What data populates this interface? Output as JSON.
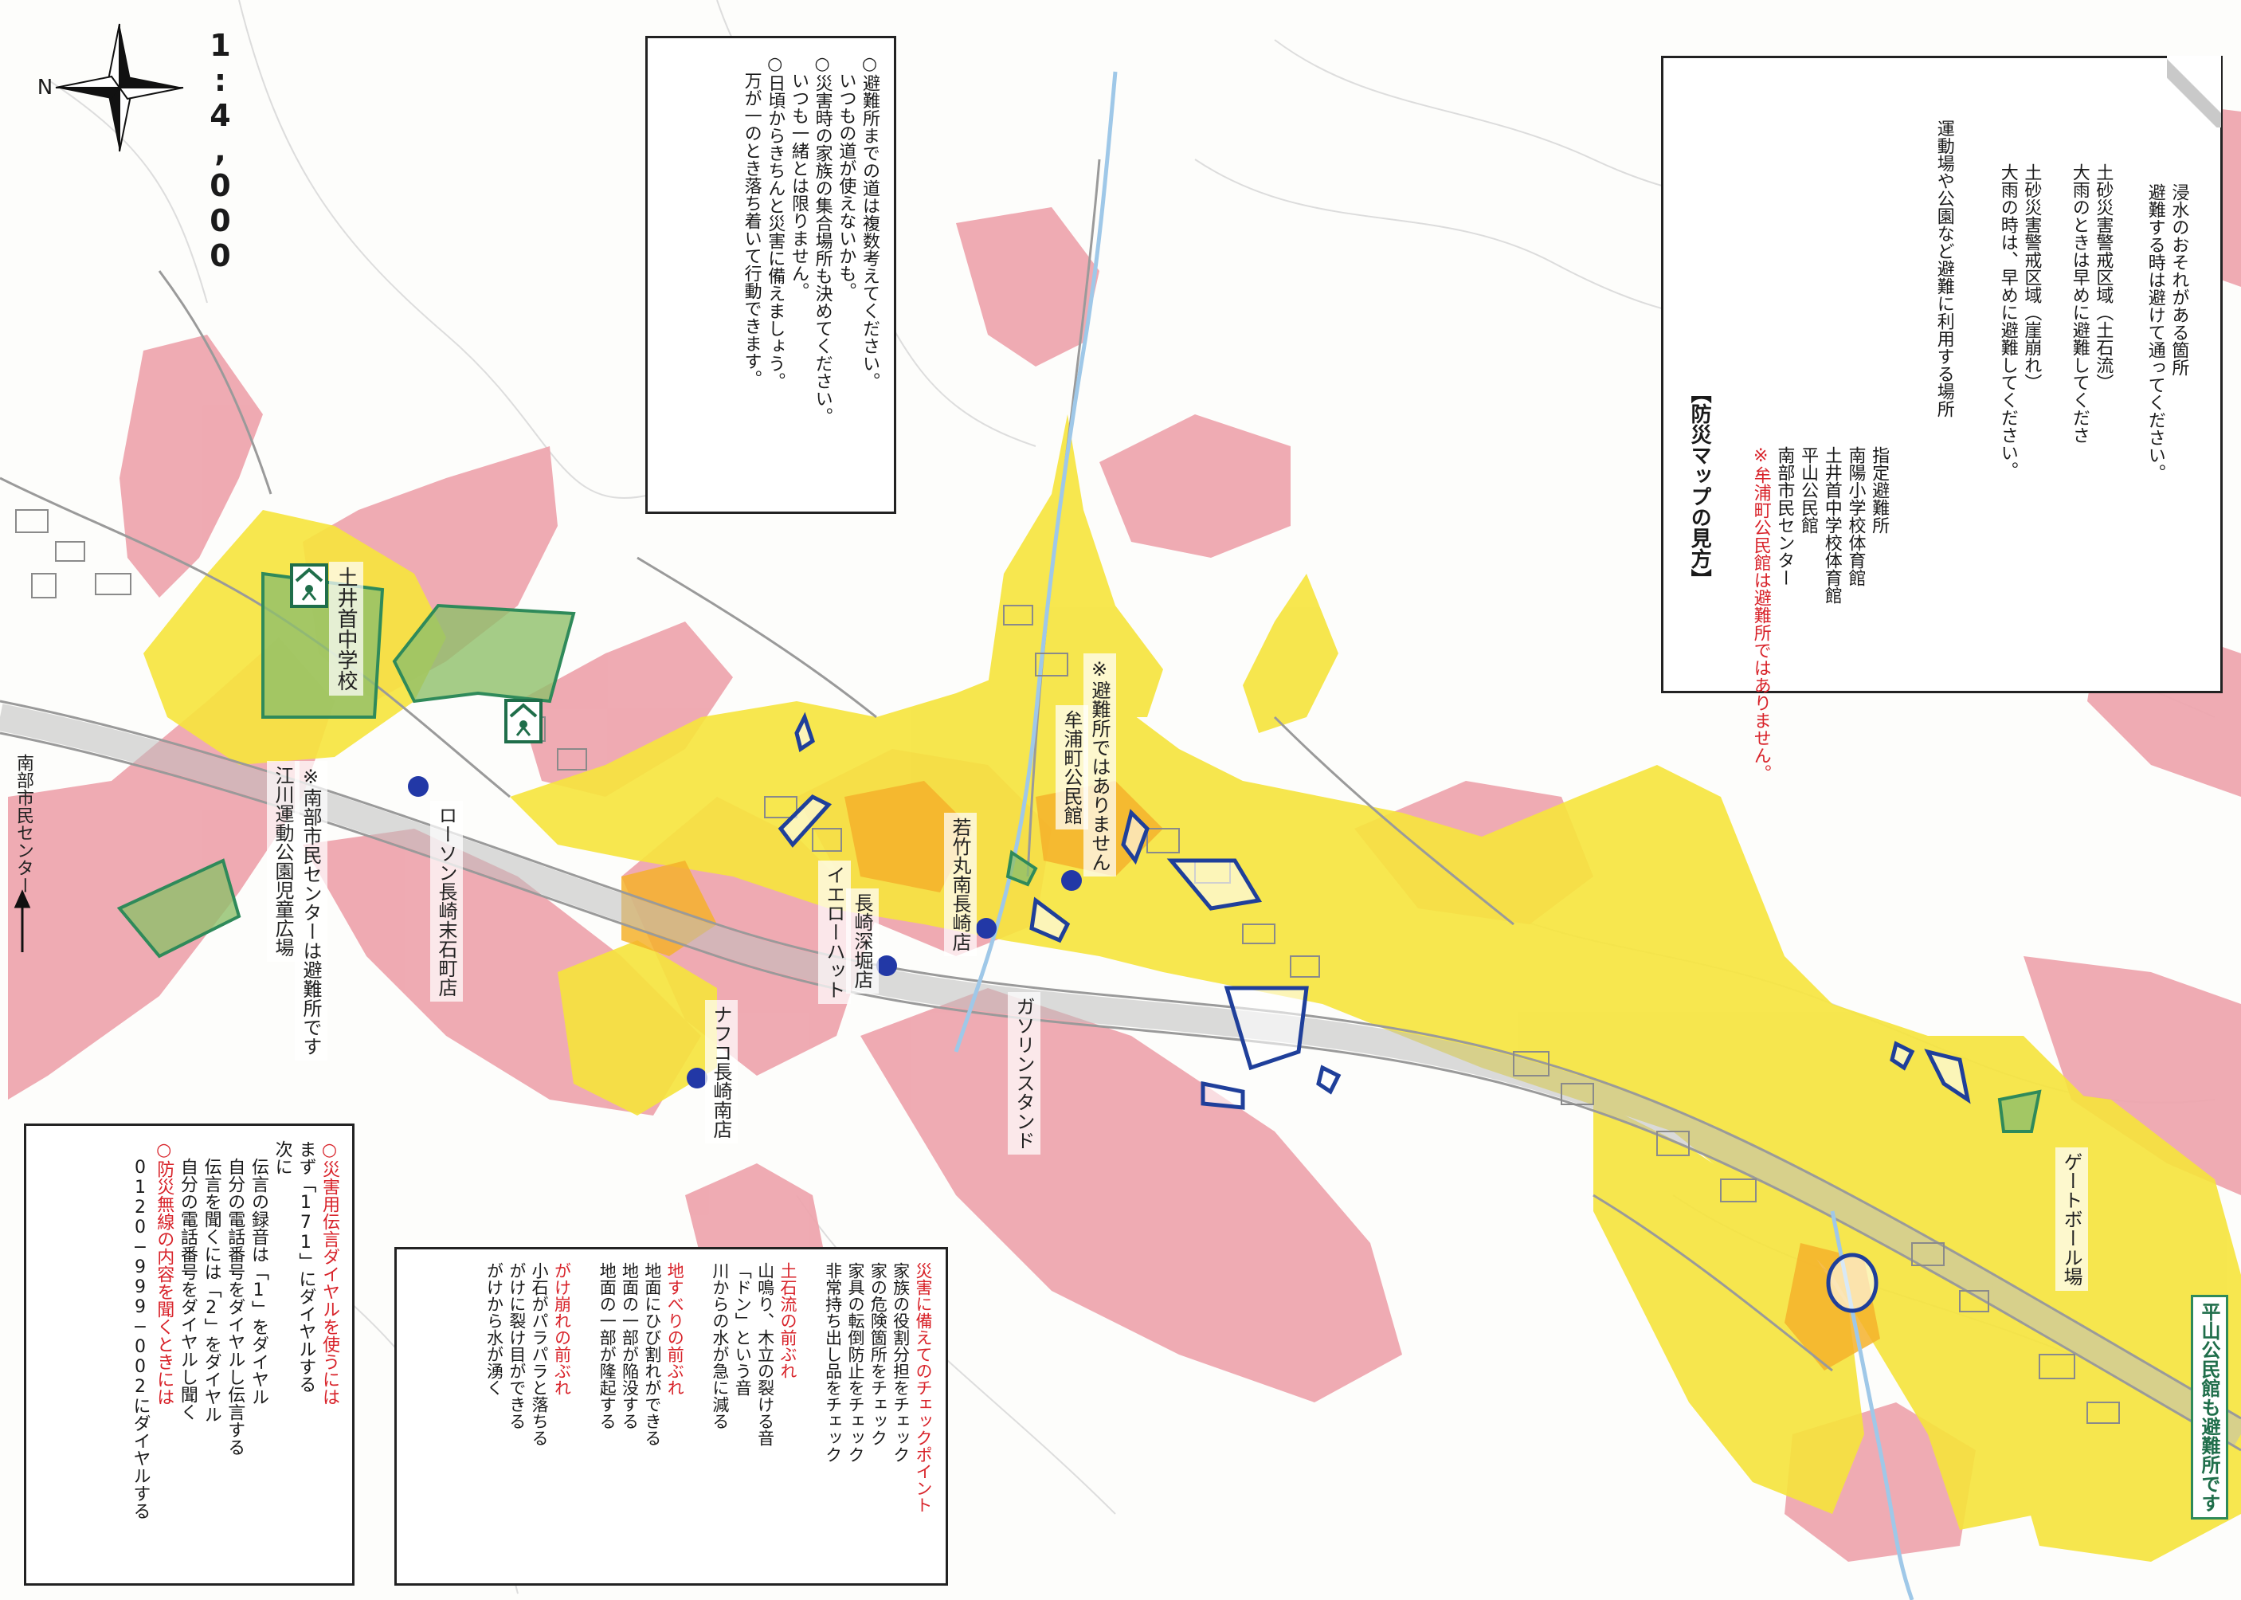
{
  "map": {
    "scale": "1:4,000",
    "north": "N",
    "colors": {
      "landslide_area": "#e8a0a8",
      "landslide_pink": "#f2b6bc",
      "debris_flow_area": "#f5e33c",
      "debris_flow_orange": "#f4b02a",
      "park": "#8fc588",
      "park_border": "#2f8a5a",
      "flood_border": "#1f3f9a",
      "shelter_green": "#1f6e4a",
      "point_blue": "#2238a6"
    }
  },
  "places": {
    "nanbu_center_arrow": "南部市民センター",
    "doi_school": "土井首中学校",
    "egawa_park": "江川運動公園児童広場",
    "egawa_note": "※南部市民センターは避難所です",
    "lawson": "ローソン長崎末石町店",
    "nafco": "ナフコ長崎南店",
    "yellowhat_1": "イエローハット",
    "yellowhat_2": "長崎深堀店",
    "wakatake": "若竹丸南長崎店",
    "gas": "ガソリンスタンド",
    "muro_hall": "牟浦町公民館",
    "muro_note": "※避難所ではありません",
    "gateball": "ゲートボール場",
    "hirayama_note": "平山公民館も避難所です"
  },
  "tips_panel": {
    "lines": [
      "○避難所までの道は複数考えてください。",
      "　いつもの道が使えないかも。",
      "○災害時の家族の集合場所も決めてください。",
      "　いつも一緒とは限りません。",
      "○日頃からきちんと災害に備えましょう。",
      "　万が一のとき落ち着いて行動できます。"
    ]
  },
  "dial_panel": {
    "title1": "○災害用伝言ダイヤルを使うには",
    "lines1": [
      "まず「171」にダイヤルする",
      "次に",
      "　伝言の録音は「1」をダイヤル",
      "　自分の電話番号をダイヤルし伝言する",
      "",
      "　伝言を聞くには「2」をダイヤル",
      "　自分の電話番号をダイヤルし聞く"
    ],
    "title2": "○防災無線の内容を聞くときには",
    "lines2": [
      "　0120−999−002にダイヤルする"
    ]
  },
  "check_panel": {
    "title1": "災害に備えてのチェックポイント",
    "lines1": [
      "家族の役割分担をチェック",
      "家の危険箇所をチェック",
      "家具の転倒防止をチェック",
      "非常持ち出し品をチェック"
    ],
    "title2": "土石流の前ぶれ",
    "lines2": [
      "山鳴り、木立の裂ける音",
      "「ドン」という音",
      "川からの水が急に減る"
    ],
    "title3": "地すべりの前ぶれ",
    "lines3": [
      "地面にひび割れができる",
      "地面の一部が陥没する",
      "地面の一部が隆起する"
    ],
    "title4": "がけ崩れの前ぶれ",
    "lines4": [
      "小石がパラパラと落ちる",
      "がけに裂け目ができる",
      "がけから水が湧く"
    ]
  },
  "legend": {
    "title": "【防災マップの見方】",
    "shelter_lines": [
      "指定避難所",
      "南陽小学校体育館",
      "土井首中学校体育館",
      "平山公民館",
      "南部市民センター"
    ],
    "shelter_note": "※牟浦町公民館は避難所ではありません。",
    "park_line": "運動場や公園など避難に利用する場所",
    "landslide_lines": [
      "土砂災害警戒区域（崖崩れ）",
      "大雨の時は、早めに避難してください。"
    ],
    "debris_lines": [
      "土砂災害警戒区域（土石流）",
      "大雨のときは早めに避難してくださ"
    ],
    "flood_lines": [
      "浸水のおそれがある箇所",
      "避難する時は避けて通ってください。"
    ]
  }
}
